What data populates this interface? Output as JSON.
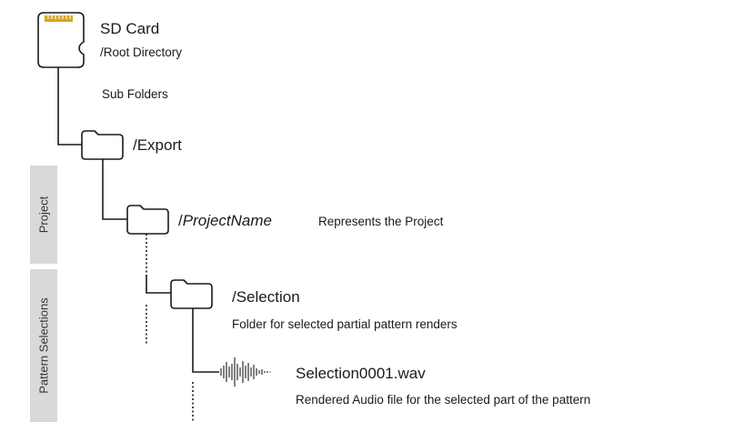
{
  "colors": {
    "line": "#1a1a1a",
    "sidebar": "#d9d9d9",
    "sd_contacts": "#d9a520",
    "text": "#1a1a1a"
  },
  "icons": {
    "sd_card": "sd-card-icon",
    "folder": "folder-icon",
    "waveform": "audio-waveform-icon"
  },
  "root": {
    "title": "SD Card",
    "path": "/Root Directory"
  },
  "subfolders_label": "Sub Folders",
  "export": {
    "name": "/Export"
  },
  "project": {
    "slash": "/",
    "name": "ProjectName",
    "description": "Represents the Project"
  },
  "selection": {
    "name": "/Selection",
    "description": "Folder for selected partial pattern renders"
  },
  "audio_file": {
    "name": "Selection0001.wav",
    "description": "Rendered Audio file for the selected part of the pattern"
  },
  "sidebar": {
    "project_label": "Project",
    "pattern_label": "Pattern Selections"
  }
}
